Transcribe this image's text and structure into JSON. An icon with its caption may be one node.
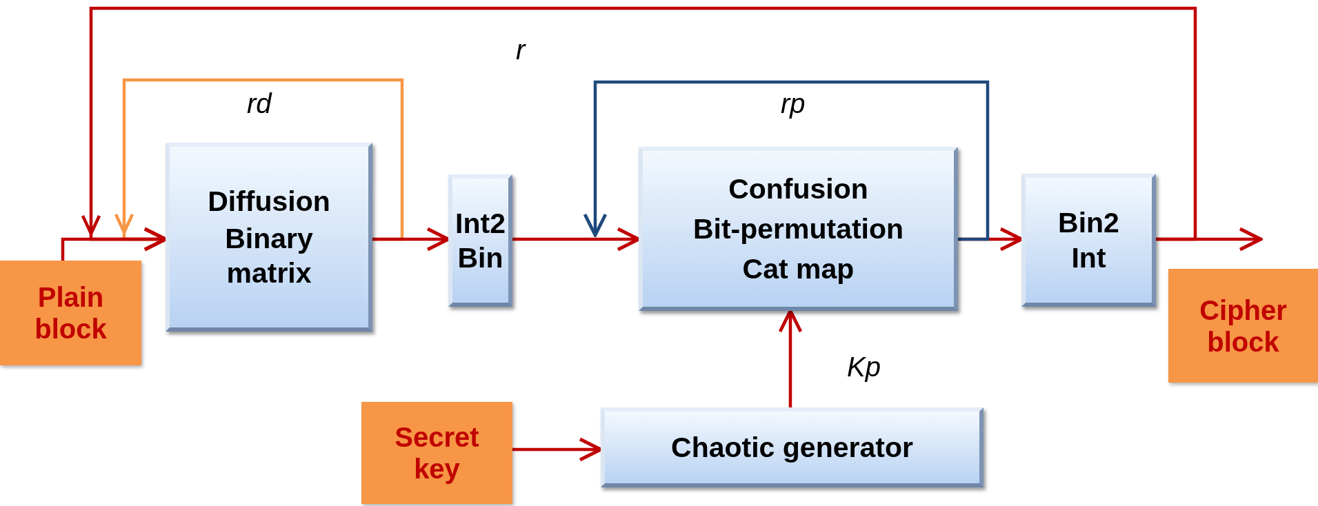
{
  "diagram": {
    "nodes": [
      {
        "text": [
          "Plain block"
        ]
      },
      {
        "text": [
          "Diffusion",
          "Binary matrix"
        ]
      },
      {
        "text": [
          "Int2 Bin"
        ]
      },
      {
        "text": [
          "Confusion",
          "Bit-permutation",
          "Cat map"
        ]
      },
      {
        "text": [
          "Bin2 Int"
        ]
      },
      {
        "text": [
          "Cipher block"
        ]
      },
      {
        "text": [
          "Secret key"
        ]
      },
      {
        "text": [
          "Chaotic generator"
        ]
      }
    ],
    "edges": [
      {
        "from": 0,
        "to": 1,
        "arrow": "to"
      },
      {
        "from": 1,
        "to": 2,
        "arrow": "to"
      },
      {
        "from": 2,
        "to": 3,
        "arrow": "to"
      },
      {
        "from": 3,
        "to": 4,
        "arrow": "to"
      },
      {
        "from": 4,
        "to": 5,
        "arrow": "to"
      },
      {
        "from": 6,
        "to": 7,
        "arrow": "to"
      },
      {
        "from": 7,
        "to": 3,
        "arrow": "to",
        "label": "Kp"
      },
      {
        "from": 4,
        "to": 1,
        "arrow": "to",
        "label": "r"
      },
      {
        "from": 1,
        "to": 1,
        "arrow": "to",
        "label": "rd",
        "color": "#f79646"
      },
      {
        "from": 3,
        "to": 3,
        "arrow": "to",
        "label": "rp",
        "color": "#1f497d"
      }
    ]
  }
}
